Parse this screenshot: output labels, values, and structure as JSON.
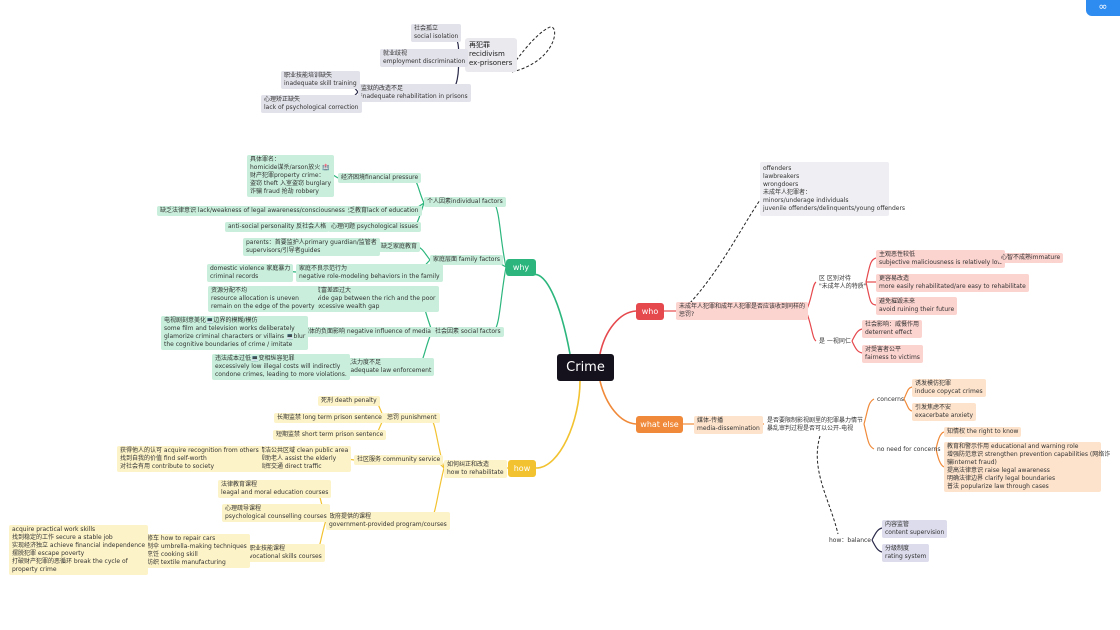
{
  "root": "Crime",
  "branches": {
    "why": "why",
    "who": "who",
    "what_else": "what else",
    "how": "how"
  },
  "corner_icon": "app-logo-icon",
  "colors": {
    "why": "#2cb67d",
    "who": "#e5484d",
    "what_else": "#f08a3a",
    "how": "#f2c230",
    "root": "#16121d"
  },
  "recidivism": {
    "title": "再犯罪\nrecidivism\nex-prisoners",
    "social_isolation": "社会孤立\nsocial isolation",
    "employment": "就业歧视\nemployment discrimination",
    "rehab": "监狱的改造不足\ninadequate rehabilitation in prisons",
    "skill": "职业技能培训缺失\ninadequate skill training",
    "psych": "心理矫正缺失\nlack of psychological correction"
  },
  "why": {
    "individual": "个人因素individual factors",
    "financial": "经济困境financial pressure",
    "crime_list": "具体罪名：\nhomicide谋杀/arson放火 🏥\n财产犯罪property crime：\n盗窃 theft 入室盗窃 burglary\n诈骗 fraud 抢劫 robbery",
    "lack_edu": "缺乏教育lack of education",
    "legal_aw": "缺乏法律意识 lack/weakness of legal awareness/consciousness",
    "psych_issues": "心理问题 psychological issues",
    "antisocial": "anti-social personality 反社会人格",
    "family": "家庭层面 family factors",
    "lack_family_edu": "缺乏家庭教育",
    "parents": "parents：首要监护人primary guardian/监管者\nsupervisors/引导者guides",
    "neg_role": "家庭不良示范行为\nnegative role-modeling behaviors in the family",
    "domestic": "domestic violence 家庭暴力\ncriminal records",
    "social": "社会因素 social factors",
    "wealth_gap": "贫富差距过大\nwide gap between the rich and the poor\nexcessive wealth gap",
    "resource": "资源分配不均\nresource allocation is uneven\nremain on the edge of the poverty",
    "media": "媒体的负面影响 negative influence of media",
    "film": "电视剧刻意美化💻边界的模糊/模仿\nsome film and television works deliberately\nglamorize criminal characters or villains 💻blur\nthe cognitive boundaries of crime / imitate",
    "law_enf": "执法力度不足\ninadequate law enforcement",
    "low_cost": "违法成本过低💻变相纵容犯罪\nexcessively low illegal costs will indirectly\ncondone crimes, leading to more violations."
  },
  "who": {
    "question": "未成年人犯罪和成年人犯罪是否应该收到同样的\n惩罚?",
    "offenders": "offenders\nlawbreakers\nwrongdoers\n未成年人犯罪者：\nminors/underage individuals\njuvenile offenders/delinquents/young offenders",
    "distinguish": "区 区别对待\n\"未成年人的特质\"",
    "subjective": "主观恶性较低\nsubjective maliciousness is relatively low",
    "immature": "心智不成熟immature",
    "rehab_easy": "更容易改造\nmore easily rehabilitated/are easy to rehabilitate",
    "avoid_ruin": "避免摧毁未来\navoid ruining their future",
    "equal": "是 一视同仁",
    "deterrent": "社会影响：威慑作用\ndeterrent effect",
    "fairness": "对受害者公平\nfairness to victims"
  },
  "what_else": {
    "media": "媒体-传播\nmedia-dissemination",
    "question": "是否要限制影视剧里的犯罪暴力情节\n暴乱审判过程是否可以公开-电视",
    "concerns": "concerns",
    "copycat": "诱发模仿犯罪\ninduce copycat crimes",
    "anxiety": "引发焦虑不安\nexacerbate anxiety",
    "no_need": "no need for concerns",
    "right_know": "知情权 the right to know",
    "edu_role": "教育和警示作用 educational and warning role\n增强防范意识 strengthen prevention capabilities (网络诈\n骗internet fraud)\n提高法律意识 raise legal awareness\n明确法律边界 clarify legal boundaries\n普法 popularize law through cases",
    "balance": "how：balance",
    "content_sup": "内容监管\ncontent supervision",
    "rating": "分级制度\nrating system"
  },
  "how": {
    "punishment": "惩罚 punishment",
    "death": "死刑 death penalty",
    "long": "长期监禁 long term prison sentence",
    "short": "短期监禁 short term prison sentence",
    "prevent": "如何纠正和改造\nhow to rehabilitate",
    "community": "社区服务 community service",
    "clean": "清洁公共区域 clean public area\n帮助老人 assist the elderly\n指挥交通 direct traffic",
    "recognition": "获得他人的认可 acquire recognition from others\n找到自我的价值 find self-worth\n对社会有用 contribute to society",
    "gov": "政府提供的课程\ngovernment-provided program/courses",
    "legal_courses": "法律教育课程\nleagal and moral education courses",
    "psych_courses": "心理疏导课程\npsychological counselling courses",
    "vocational": "职业技能课程\nvocational skills courses",
    "repair": "修车 how to repair cars\n制伞 umbrella-making techniques\n烹饪 cooking skill\n纺织 textile manufacturing",
    "acquire": "acquire practical work skills\n找到稳定的工作 secure a stable job\n实现经济独立 achieve financial independence\n摆脱犯罪 escape poverty\n打破财产犯罪的恶循环 break the cycle of\nproperty crime"
  }
}
